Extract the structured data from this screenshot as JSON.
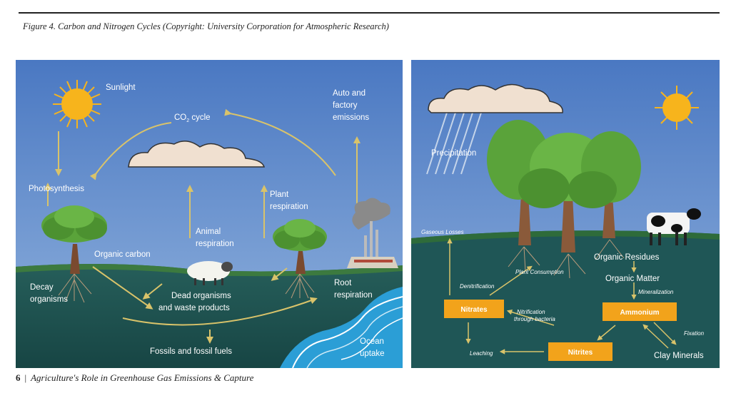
{
  "caption": "Figure 4. Carbon and Nitrogen Cycles (Copyright: University Corporation for Atmospheric Research)",
  "footer": {
    "page_number": "6",
    "separator": "|",
    "title": "Agriculture's Role in Greenhouse Gas Emissions & Capture"
  },
  "carbon_cycle": {
    "sunlight": "Sunlight",
    "co2_cycle_pre": "CO",
    "co2_cycle_sub": "2",
    "co2_cycle_post": " cycle",
    "auto_emissions": [
      "Auto and",
      "factory",
      "emissions"
    ],
    "photosynthesis": "Photosynthesis",
    "plant_respiration": [
      "Plant",
      "respiration"
    ],
    "animal_respiration": [
      "Animal",
      "respiration"
    ],
    "organic_carbon": "Organic carbon",
    "decay_organisms": [
      "Decay",
      "organisms"
    ],
    "dead_organisms": [
      "Dead organisms",
      "and waste products"
    ],
    "root_respiration": [
      "Root",
      "respiration"
    ],
    "fossils": "Fossils and fossil fuels",
    "ocean_uptake": [
      "Ocean",
      "uptake"
    ]
  },
  "nitrogen_cycle": {
    "precipitation": "Precipitation",
    "gaseous_losses": "Gaseous Losses",
    "plant_consumption": "Plant Consumption",
    "organic_residues": "Organic Residues",
    "organic_matter": "Organic Matter",
    "mineralization": "Mineralization",
    "denitrification": "Denitrification",
    "nitrification": [
      "Nitrification",
      "through bacteria"
    ],
    "nitrates": "Nitrates",
    "ammonium": "Ammonium",
    "nitrites": "Nitrites",
    "fixation": "Fixation",
    "leaching": "Leaching",
    "clay_minerals": "Clay Minerals"
  },
  "colors": {
    "sky_top": "#4f7ec6",
    "sky_bottom": "#8fb0dc",
    "soil": "#1f5656",
    "grass": "#2e6b3a",
    "sun": "#f7b41c",
    "box": "#f2a31b",
    "arrow": "#d9c36a",
    "ocean": "#2b9ed6"
  }
}
